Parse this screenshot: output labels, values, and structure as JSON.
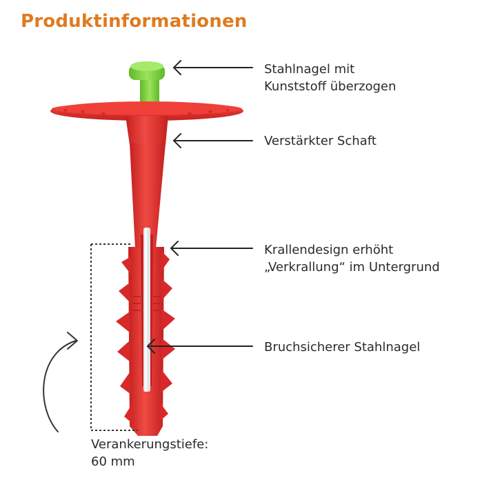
{
  "title": "Produktinformationen",
  "colors": {
    "title": "#e07a1f",
    "dowel_red": "#e8302d",
    "dowel_dark": "#c3201f",
    "nail_head": "#7dd33a",
    "nail_steel": "#dfe3e6",
    "text": "#2a2a2a"
  },
  "labels": [
    {
      "id": "nail-head",
      "lines": [
        "Stahlnagel mit",
        "Kunststoff überzogen"
      ]
    },
    {
      "id": "shaft",
      "lines": [
        "Verstärkter Schaft"
      ]
    },
    {
      "id": "claw",
      "lines": [
        "Krallendesign erhöht",
        "„Verkrallung“ im Untergrund"
      ]
    },
    {
      "id": "nail",
      "lines": [
        "Bruchsicherer Stahlnagel"
      ]
    }
  ],
  "anchor_depth": {
    "lines": [
      "Verankerungstiefe:",
      "60 mm"
    ]
  },
  "icons": [
    "arrow-left-icon",
    "curved-arrow-icon"
  ]
}
